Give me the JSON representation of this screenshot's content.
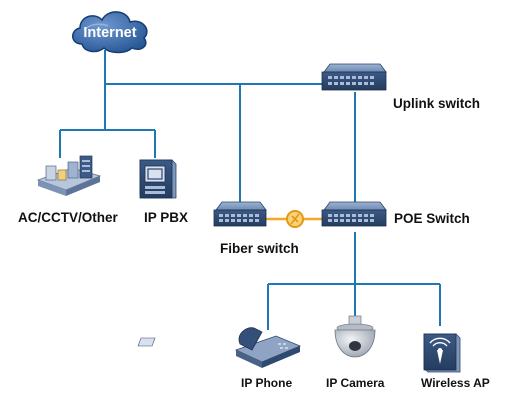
{
  "colors": {
    "link": "#1f78b4",
    "device_dark": "#2f4a6f",
    "device_light": "#8fa6c6",
    "cloud": "#2c5b9a",
    "fiber": "#f5a623"
  },
  "nodes": {
    "internet": {
      "label": "Internet",
      "icon": "cloud-icon"
    },
    "uplink_switch": {
      "label": "Uplink switch",
      "icon": "switch-icon"
    },
    "fiber_switch": {
      "label": "Fiber switch",
      "icon": "switch-icon"
    },
    "poe_switch": {
      "label": "POE Switch",
      "icon": "switch-icon"
    },
    "ac_cctv_other": {
      "label": "AC/CCTV/Other",
      "icon": "server-rack-icon"
    },
    "ip_pbx": {
      "label": "IP PBX",
      "icon": "pbx-icon"
    },
    "ip_phone": {
      "label": "IP Phone",
      "icon": "phone-icon"
    },
    "ip_camera": {
      "label": "IP Camera",
      "icon": "dome-camera-icon"
    },
    "wireless_ap": {
      "label": "Wireless AP",
      "icon": "access-point-icon"
    }
  }
}
